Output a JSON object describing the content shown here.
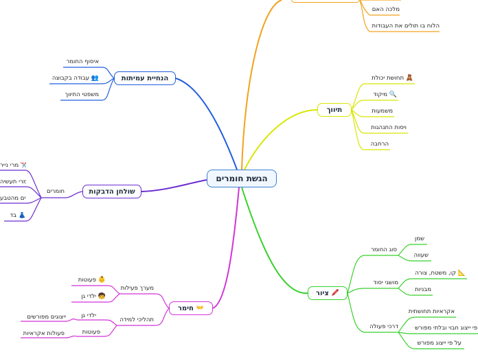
{
  "root": {
    "label": "הגשת חומרים"
  },
  "colors": {
    "root": "#3a7fd0",
    "top": "#f2a21b",
    "crafting": "#d8e600",
    "painting": "#37d12b",
    "sculpting": "#d232d8",
    "table": "#6b2bd0",
    "teaching": "#1f5de0"
  },
  "top_branch": {
    "leaves": [
      "מלכה האם",
      "הלוח בו תולים את העבודות"
    ]
  },
  "crafting": {
    "label": "תיווך",
    "leaves": [
      {
        "label": "תחושת יכולת",
        "icon": "🧸"
      },
      {
        "label": "מיקוד",
        "icon": "🔍"
      },
      {
        "label": "משמעות",
        "icon": ""
      },
      {
        "label": "ויסות התנהגות",
        "icon": ""
      },
      {
        "label": "הרחבה",
        "icon": ""
      }
    ]
  },
  "painting": {
    "label": "ציור",
    "icon": "🖍️",
    "groups": [
      {
        "label": "סוג החומר",
        "leaves": [
          "שמן",
          "שעווה"
        ]
      },
      {
        "label": "מושגי יסוד",
        "leaves": [
          {
            "label": "קו, משטח, צורה",
            "icon": "📐"
          },
          "מבניות"
        ]
      },
      {
        "label": "דרכי פעולה",
        "leaves": [
          "אקראיות תחושתית",
          "על פי ייצוג חבוי ובלתי מפורש",
          "על פי ייצוג מפורש"
        ]
      }
    ]
  },
  "sculpting": {
    "label": "חימר",
    "icon": "👐",
    "groups": [
      {
        "label": "מערך פעילות",
        "leaves": [
          {
            "label": "פעוטות",
            "icon": "👶"
          },
          {
            "label": "ילדי גן",
            "icon": "🧒"
          }
        ]
      },
      {
        "label": "תהליכי למידה",
        "subgroups": [
          {
            "label": "ילדי גן",
            "leaf": "ייצוגים מפורשים"
          },
          {
            "label": "פעוטות",
            "leaf": "פעולות אקראיות"
          }
        ]
      }
    ]
  },
  "table": {
    "label": "שולחן הדבקות",
    "group": "חומרים",
    "leaves": [
      {
        "label": "מרי נייר",
        "icon": "✂️"
      },
      {
        "label": "חומרי תעשיה",
        "icon": ""
      },
      {
        "label": "חומרים מהטבע",
        "icon": ""
      },
      {
        "label": "בד",
        "icon": "👗"
      }
    ]
  },
  "teaching": {
    "label": "הנחיית עמיתות",
    "leaves": [
      {
        "label": "איסוף החומר",
        "icon": ""
      },
      {
        "label": "עבודה בקבוצה",
        "icon": "👥"
      },
      {
        "label": "משפטי התיווך",
        "icon": ""
      }
    ]
  }
}
